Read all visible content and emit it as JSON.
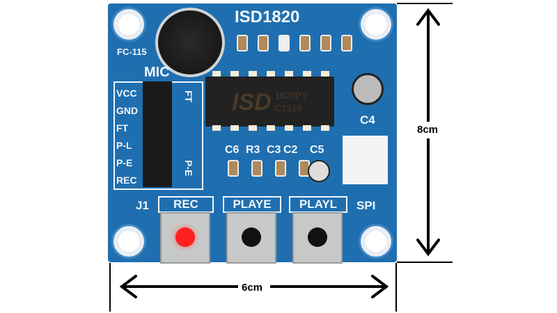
{
  "board": {
    "title": "ISD1820",
    "model": "FC-115",
    "mic_label": "MIC",
    "pin_labels": [
      "VCC",
      "GND",
      "FT",
      "P-L",
      "P-E",
      "REC"
    ],
    "jumper_labels": [
      "FT",
      "P-E"
    ],
    "chip": {
      "brand": "ISD",
      "line1": "1820PY",
      "line2": "C1519"
    },
    "component_labels": [
      "C6",
      "R3",
      "C3",
      "C2",
      "C5",
      "C4"
    ],
    "header_label": "J1",
    "speaker_label": "SPI",
    "buttons": [
      "REC",
      "PLAYE",
      "PLAYL"
    ]
  },
  "dimensions": {
    "height": "8cm",
    "width": "6cm"
  },
  "colors": {
    "board": "#1f6fb0",
    "rec_led": "#ff2020"
  }
}
